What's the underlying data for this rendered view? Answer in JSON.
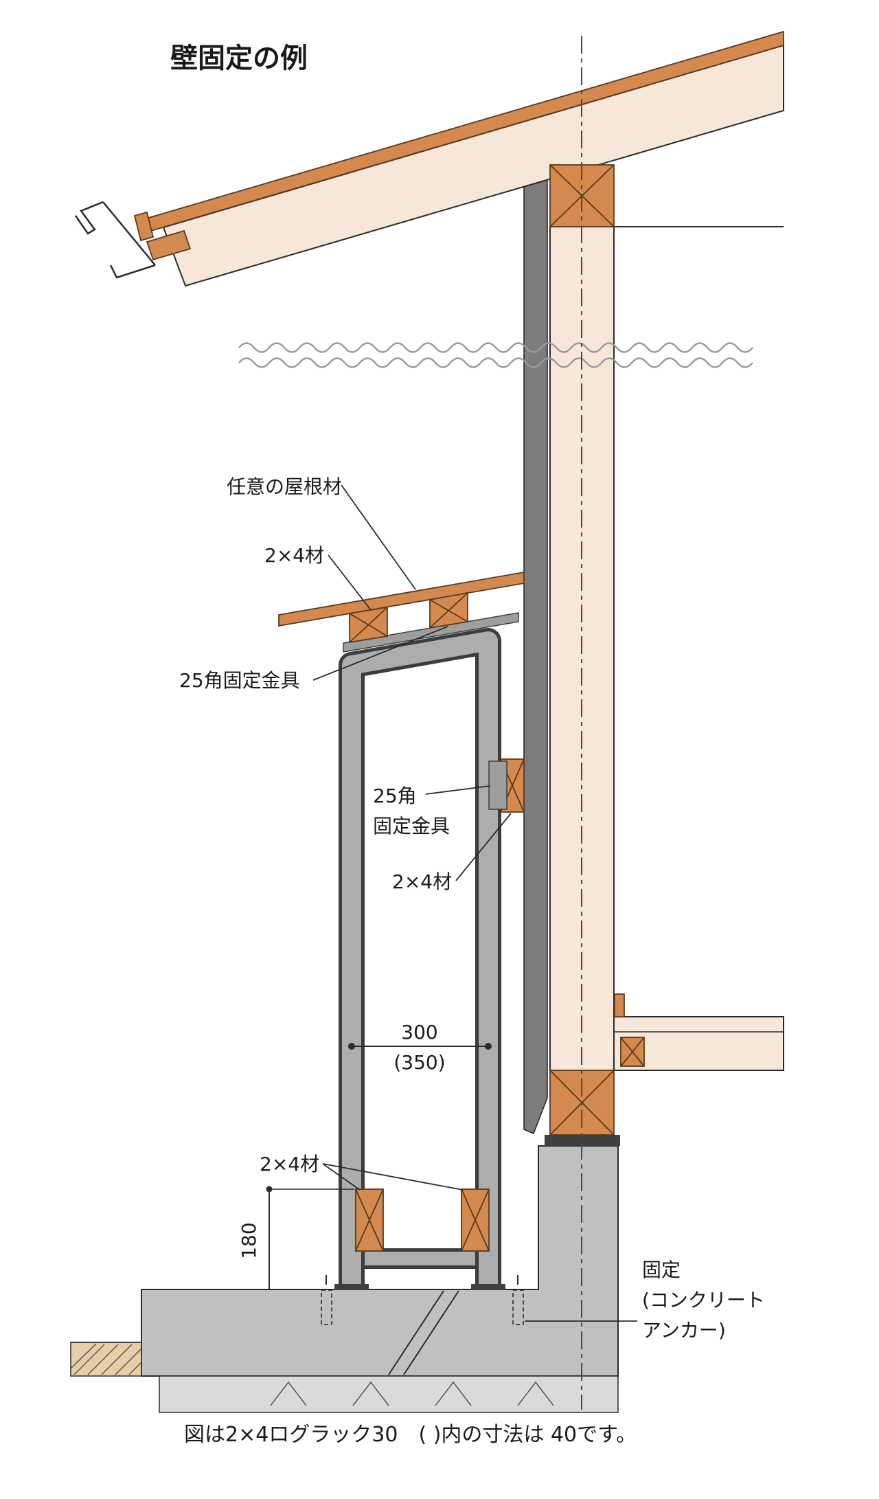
{
  "title": "壁固定の例",
  "labels": {
    "roofing": "任意の屋根材",
    "lumber_upper": "2×4材",
    "bracket_upper": "25角固定金具",
    "bracket_mid_1": "25角",
    "bracket_mid_2": "固定金具",
    "lumber_mid": "2×4材",
    "lumber_bottom": "2×4材",
    "anchor_1": "固定",
    "anchor_2": "(コンクリート",
    "anchor_3": "アンカー)"
  },
  "dimensions": {
    "width": "300",
    "width_alt": "(350)",
    "height": "180"
  },
  "caption": "図は2×4ログラック30　( )内の寸法は 40です。",
  "colors": {
    "cream": "#f7e7d8",
    "lumber": "#d4894e",
    "lumber_outline": "#5a3a1e",
    "steel_light": "#adadad",
    "steel_dark": "#3c3c3c",
    "bracket": "#9e9e9e",
    "siding": "#7c7c7c",
    "concrete": "#c0c0c0",
    "footing": "#dadada",
    "soil": "#e9cda9",
    "line": "#2b2b2b"
  }
}
